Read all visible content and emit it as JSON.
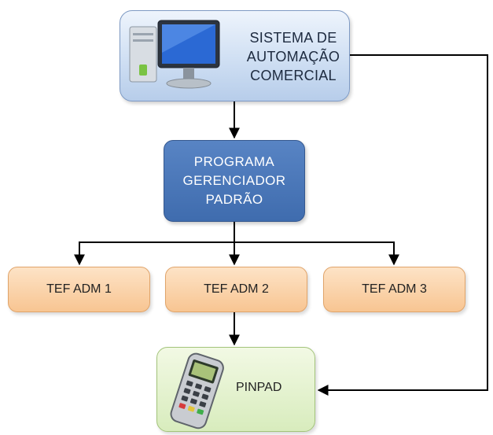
{
  "nodes": {
    "sac": "SISTEMA DE\nAUTOMAÇÃO\nCOMERCIAL",
    "pgp": "PROGRAMA\nGERENCIADOR\nPADRÃO",
    "tef1": "TEF ADM 1",
    "tef2": "TEF ADM 2",
    "tef3": "TEF ADM 3",
    "pinpad": "PINPAD"
  },
  "icons": {
    "sac": "desktop-computer-icon",
    "pinpad": "card-terminal-icon"
  },
  "colors": {
    "sac_fill": "#cfdff3",
    "pgp_fill": "#4a77b8",
    "tef_fill": "#fbd3a9",
    "pinpad_fill": "#e3f1cf",
    "connector": "#000000"
  },
  "edges": [
    {
      "from": "sac",
      "to": "pgp"
    },
    {
      "from": "pgp",
      "to": "tef1"
    },
    {
      "from": "pgp",
      "to": "tef2"
    },
    {
      "from": "pgp",
      "to": "tef3"
    },
    {
      "from": "tef2",
      "to": "pinpad"
    },
    {
      "from": "sac",
      "to": "pinpad"
    }
  ]
}
